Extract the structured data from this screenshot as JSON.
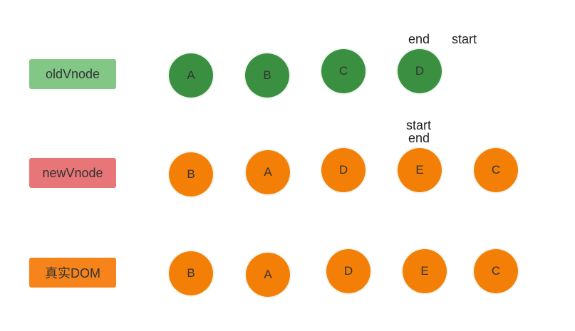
{
  "colors": {
    "old_label_bg": "#82c785",
    "new_label_bg": "#e87578",
    "real_label_bg": "#f7841a",
    "old_node": "#3a9040",
    "new_node": "#f47f06",
    "real_node": "#f47f06"
  },
  "rows": {
    "old": {
      "label": "oldVnode",
      "nodes": [
        "A",
        "B",
        "C",
        "D"
      ],
      "pointer_end": "end",
      "pointer_start": "start"
    },
    "new": {
      "label": "newVnode",
      "nodes": [
        "B",
        "A",
        "D",
        "E",
        "C"
      ],
      "pointer_start": "start",
      "pointer_end": "end"
    },
    "real": {
      "label": "真实DOM",
      "nodes": [
        "B",
        "A",
        "D",
        "E",
        "C"
      ]
    }
  }
}
